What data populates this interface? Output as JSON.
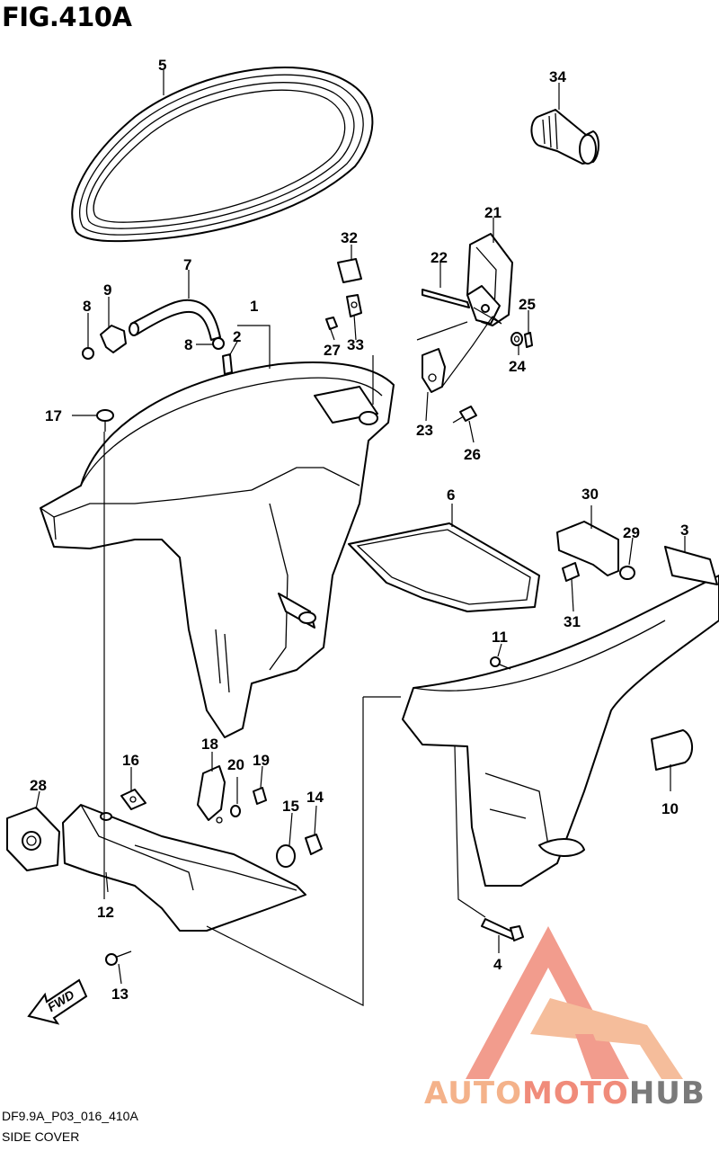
{
  "figure": {
    "title": "FIG.410A",
    "model_code": "DF9.9A_P03_016_410A",
    "caption": "SIDE COVER"
  },
  "callouts": [
    {
      "id": "c5",
      "label": "5"
    },
    {
      "id": "c34",
      "label": "34"
    },
    {
      "id": "c21",
      "label": "21"
    },
    {
      "id": "c32",
      "label": "32"
    },
    {
      "id": "c22",
      "label": "22"
    },
    {
      "id": "c7",
      "label": "7"
    },
    {
      "id": "c9",
      "label": "9"
    },
    {
      "id": "c1",
      "label": "1"
    },
    {
      "id": "c8a",
      "label": "8"
    },
    {
      "id": "c8b",
      "label": "8"
    },
    {
      "id": "c2",
      "label": "2"
    },
    {
      "id": "c27",
      "label": "27"
    },
    {
      "id": "c33",
      "label": "33"
    },
    {
      "id": "c25",
      "label": "25"
    },
    {
      "id": "c24",
      "label": "24"
    },
    {
      "id": "c17",
      "label": "17"
    },
    {
      "id": "c23",
      "label": "23"
    },
    {
      "id": "c26",
      "label": "26"
    },
    {
      "id": "c6",
      "label": "6"
    },
    {
      "id": "c30",
      "label": "30"
    },
    {
      "id": "c3",
      "label": "3"
    },
    {
      "id": "c29",
      "label": "29"
    },
    {
      "id": "c31",
      "label": "31"
    },
    {
      "id": "c11",
      "label": "11"
    },
    {
      "id": "c18",
      "label": "18"
    },
    {
      "id": "c16",
      "label": "16"
    },
    {
      "id": "c20",
      "label": "20"
    },
    {
      "id": "c19",
      "label": "19"
    },
    {
      "id": "c28",
      "label": "28"
    },
    {
      "id": "c14",
      "label": "14"
    },
    {
      "id": "c15",
      "label": "15"
    },
    {
      "id": "c10",
      "label": "10"
    },
    {
      "id": "c12",
      "label": "12"
    },
    {
      "id": "c4",
      "label": "4"
    },
    {
      "id": "c13",
      "label": "13"
    }
  ],
  "direction_marker": {
    "label": "FWD"
  },
  "watermark": {
    "part1": "AUTO",
    "part2": "MOTO",
    "part3": "HUB",
    "icon": "triangle-a-logo-icon"
  }
}
